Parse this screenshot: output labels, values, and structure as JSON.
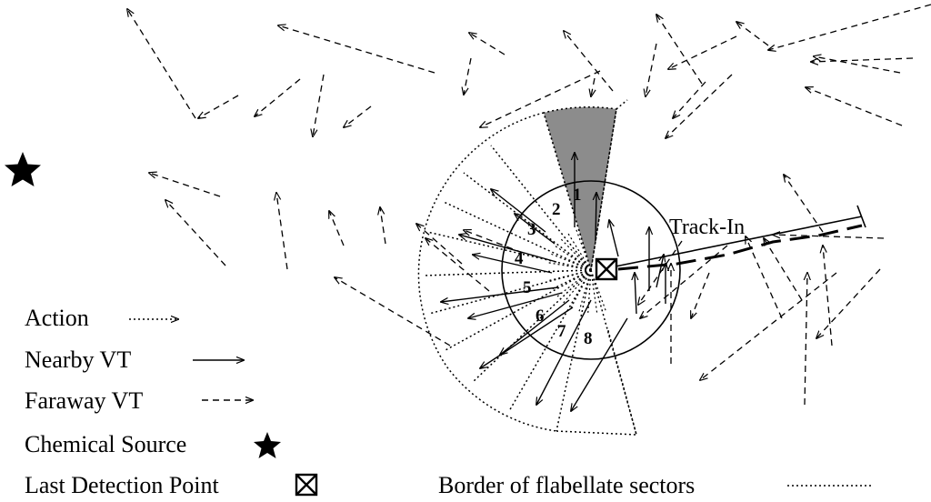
{
  "diagram": {
    "track_label": "Track-In",
    "sector_numbers": [
      "1",
      "2",
      "3",
      "4",
      "5",
      "6",
      "7",
      "8"
    ],
    "highlighted_sector": "1"
  },
  "legend": {
    "action": "Action",
    "nearby_vt": "Nearby VT",
    "faraway_vt": "Faraway VT",
    "chemical_source": "Chemical Source",
    "last_detection_point": "Last Detection Point",
    "border_sectors": "Border of flabellate sectors"
  },
  "colors": {
    "ink": "#000000",
    "highlight_sector": "#8c8c8c",
    "background": "#ffffff"
  },
  "icons": [
    "star-icon",
    "boxed-x-icon"
  ]
}
